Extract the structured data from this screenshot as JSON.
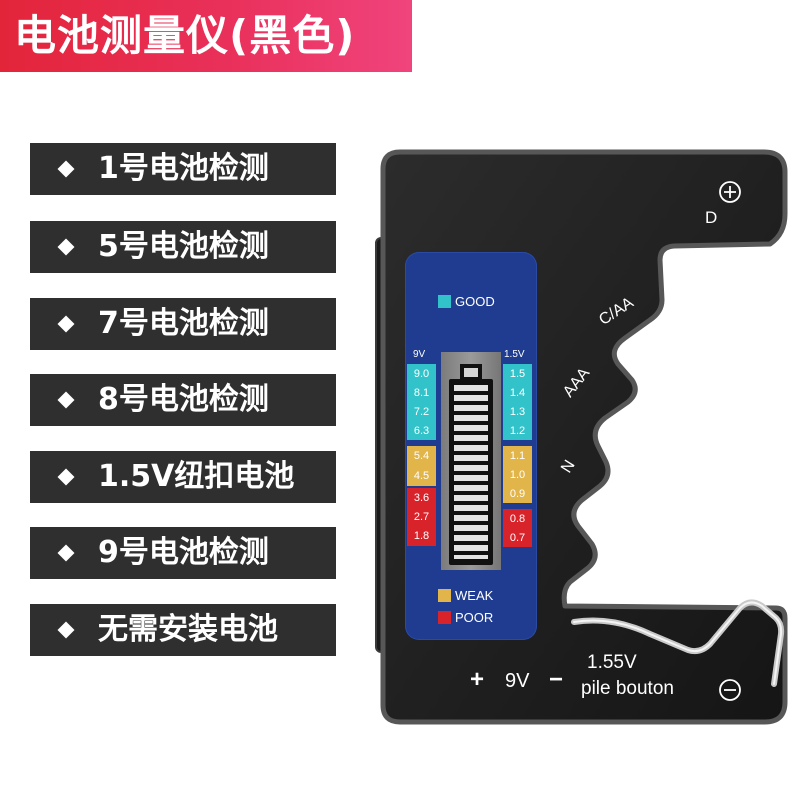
{
  "banner": {
    "title": "电池测量仪(黑色)"
  },
  "features": [
    {
      "label": "1号电池检测",
      "icon": "diamond-bullet-icon"
    },
    {
      "label": "5号电池检测",
      "icon": "diamond-bullet-icon"
    },
    {
      "label": "7号电池检测",
      "icon": "diamond-bullet-icon"
    },
    {
      "label": "8号电池检测",
      "icon": "diamond-bullet-icon"
    },
    {
      "label": "1.5V纽扣电池",
      "icon": "diamond-bullet-icon"
    },
    {
      "label": "9号电池检测",
      "icon": "diamond-bullet-icon"
    },
    {
      "label": "无需安装电池",
      "icon": "diamond-bullet-icon"
    }
  ],
  "tester": {
    "terminals": {
      "positive_icon": "plus-circle-icon",
      "negative_icon": "minus-circle-icon"
    },
    "slot_labels": {
      "d": "D",
      "c_aa": "C/AA",
      "aaa": "AAA",
      "n": "N"
    },
    "bottom_labels": {
      "plus": "+",
      "nine_volt": "9V",
      "minus": "−",
      "button_voltage": "1.55V",
      "button_cell": "pile bouton"
    },
    "display": {
      "legend": {
        "good": "GOOD",
        "weak": "WEAK",
        "poor": "POOR"
      },
      "battery_icon": "battery-level-icon",
      "scale_9v": {
        "label": "9V",
        "good": [
          "9.0",
          "8.1",
          "7.2",
          "6.3"
        ],
        "weak": [
          "5.4",
          "4.5"
        ],
        "poor": [
          "3.6",
          "2.7",
          "1.8"
        ]
      },
      "scale_1_5v": {
        "label": "1.5V",
        "good": [
          "1.5",
          "1.4",
          "1.3",
          "1.2"
        ],
        "weak": [
          "1.1",
          "1.0",
          "0.9"
        ],
        "poor": [
          "0.8",
          "0.7"
        ]
      }
    }
  },
  "colors": {
    "banner_start": "#e3253a",
    "banner_end": "#f0447d",
    "feature_bar": "#2f2f2f",
    "display_panel": "#1f3c90",
    "good": "#31c3c9",
    "weak": "#e2b54a",
    "poor": "#d9232b"
  }
}
